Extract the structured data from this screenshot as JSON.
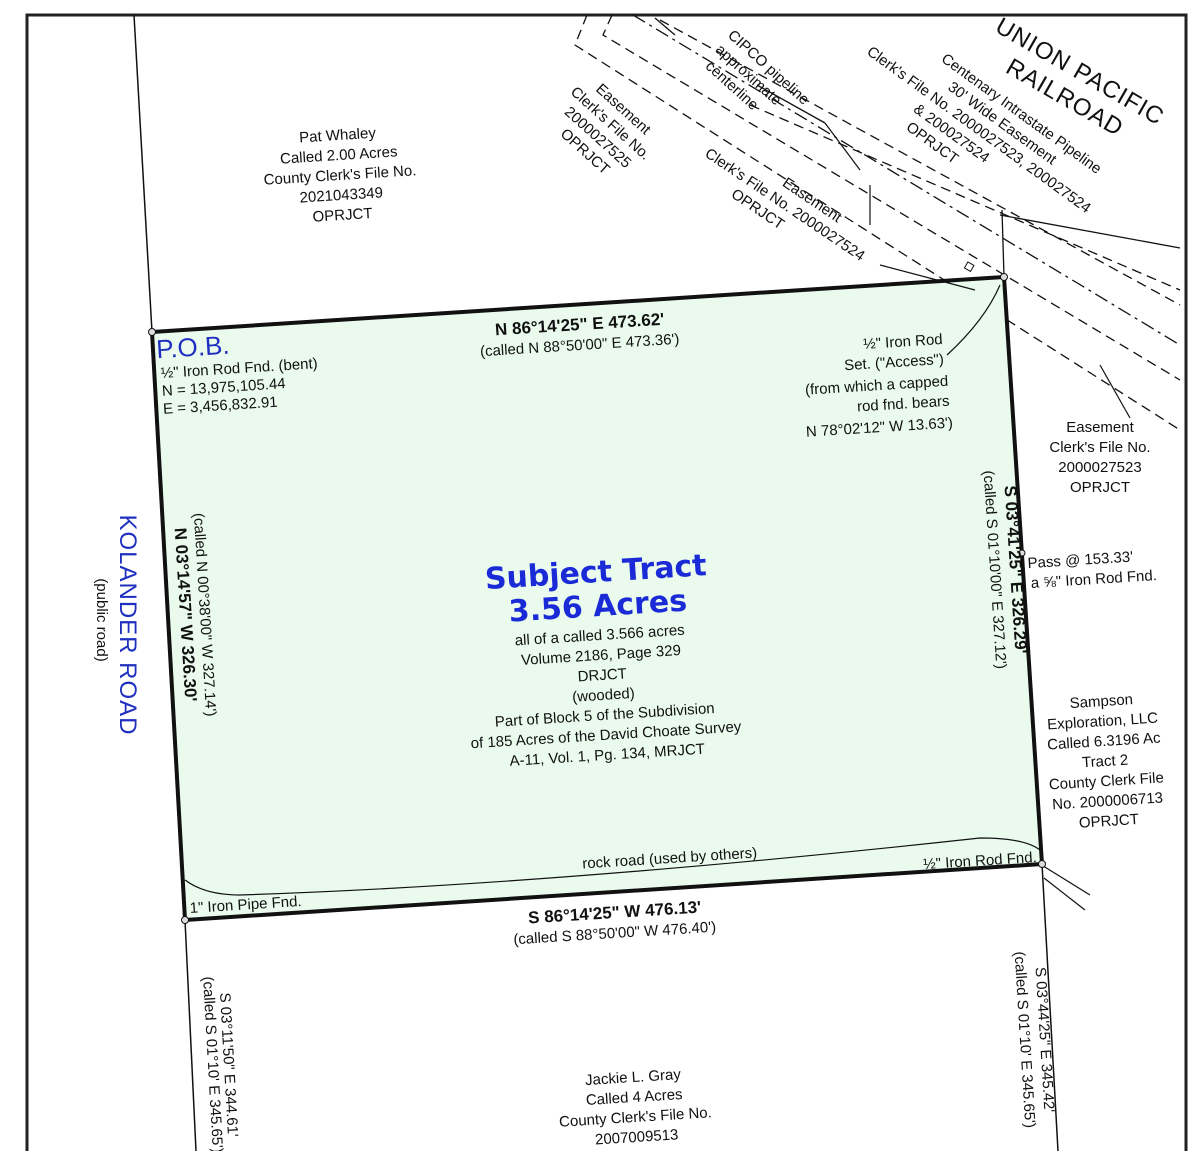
{
  "map": {
    "title": "Subject Tract",
    "acreage": "3.56 Acres",
    "description_lines": [
      "all of a called 3.566 acres",
      "Volume 2186, Page 329",
      "DRJCT",
      "(wooded)",
      "Part of Block 5 of the Subdivision",
      "of 185 Acres of the David Choate Survey",
      "A-11, Vol. 1, Pg. 134, MRJCT"
    ],
    "tract_fill_color": "#eafbee",
    "accent_color": "#1f2fbf"
  },
  "boundaries": {
    "north": {
      "bearing": "N 86°14'25\" E   473.62'",
      "called": "(called N 88°50'00\" E   473.36')"
    },
    "east": {
      "bearing": "S 03°41'25\" E   326.29'",
      "called": "(called S 01°10'00\" E   327.12')"
    },
    "south": {
      "bearing": "S 86°14'25\" W   476.13'",
      "called": "(called S 88°50'00\" W   476.40')"
    },
    "west": {
      "bearing": "N 03°14'57\" W   326.30'",
      "called": "(called N 00°38'00\" W   327.14')"
    }
  },
  "adjoining_lines": {
    "southwest": {
      "bearing": "S 03°11'50\" E   344.61'",
      "called": "(called S 01°10' E   345.65')"
    },
    "southeast": {
      "bearing": "S 03°44'25\" E   345.42'",
      "called": "(called S 01°10' E   345.65')"
    }
  },
  "pob": {
    "label": "P.O.B.",
    "lines": [
      "½\" Iron Rod Fnd. (bent)",
      "N = 13,975,105.44",
      "E = 3,456,832.91"
    ]
  },
  "monuments": {
    "ne_corner": [
      "½\" Iron Rod",
      "Set. (\"Access\")",
      "(from which a capped",
      "rod fnd. bears",
      "N 78°02'12\" W 13.63')"
    ],
    "east_pass": [
      "Pass @ 153.33'",
      "a ⅝\" Iron Rod Fnd."
    ],
    "se_corner": "½\" Iron Rod Fnd.",
    "sw_corner": "1\" Iron Pipe Fnd."
  },
  "features": {
    "rock_road": "rock road (used by others)",
    "road_name": "KOLANDER ROAD",
    "road_note": "(public road)",
    "railroad_line1": "UNION PACIFIC",
    "railroad_line2": "RAILROAD"
  },
  "adjoiners": {
    "north": [
      "Pat Whaley",
      "Called 2.00 Acres",
      "County Clerk's File No.",
      "2021043349",
      "OPRJCT"
    ],
    "east": [
      "Sampson",
      "Exploration, LLC",
      "Called 6.3196 Ac",
      "Tract 2",
      "County Clerk File",
      "No. 2000006713",
      "OPRJCT"
    ],
    "south": [
      "Jackie L. Gray",
      "Called 4 Acres",
      "County Clerk's File No.",
      "2007009513"
    ]
  },
  "easements": {
    "e1": [
      "Easement",
      "Clerk's File No.",
      "2000027525",
      "OPRJCT"
    ],
    "cipco": [
      "CIPCO pipeline",
      "approximate",
      "centerline"
    ],
    "e2": [
      "Easement",
      "Clerk's File No. 2000027524",
      "OPRJCT"
    ],
    "centenary": [
      "Centenary Intrastate Pipeline",
      "30' Wide Easement",
      "Clerk's File No. 2000027523, 200027524",
      "& 200027524",
      "OPRJCT"
    ],
    "e3": [
      "Easement",
      "Clerk's File No.",
      "2000027523",
      "OPRJCT"
    ]
  }
}
